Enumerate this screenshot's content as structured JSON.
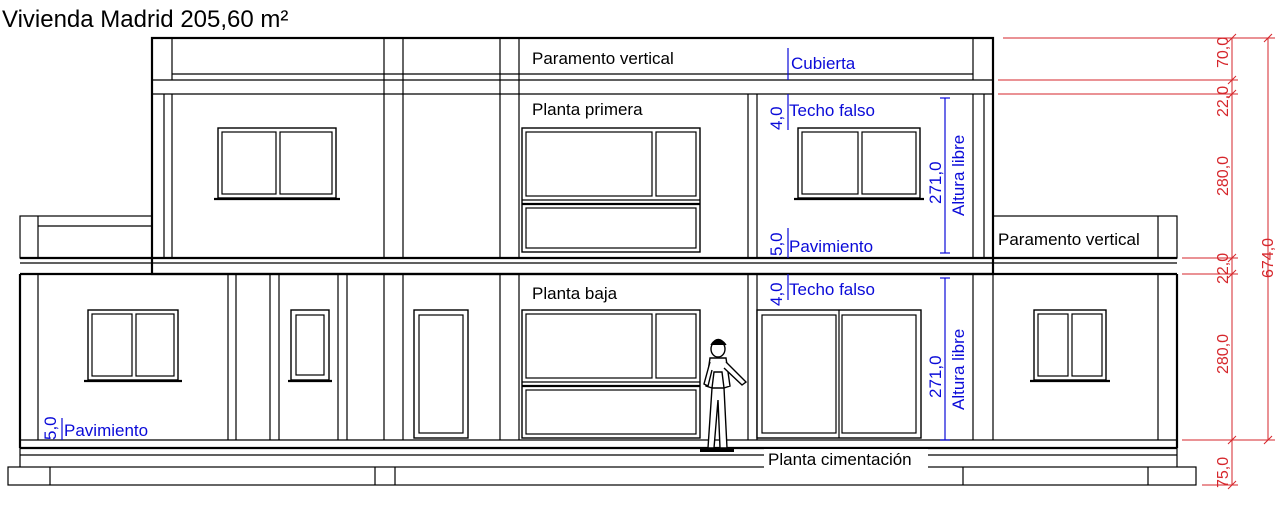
{
  "title": "Vivienda Madrid 205,60 m²",
  "labels": {
    "parapet_top": "Paramento vertical",
    "parapet_right": "Paramento vertical",
    "roof": "Cubierta",
    "first_floor": "Planta primera",
    "ground_floor": "Planta baja",
    "foundation": "Planta cimentación",
    "false_ceiling_upper": "Techo falso",
    "false_ceiling_lower": "Techo falso",
    "floor_upper": "Pavimiento",
    "floor_lower": "Pavimiento",
    "clear_height_upper": "Altura libre",
    "clear_height_lower": "Altura libre"
  },
  "inner_dims": {
    "ceiling_upper": "4,0",
    "ceiling_lower": "4,0",
    "floor_upper": "5,0",
    "floor_lower": "5,0",
    "clear_upper": "271,0",
    "clear_lower": "271,0"
  },
  "red_dims": {
    "parapet": "70,0",
    "slab_top": "22,0",
    "first_floor": "280,0",
    "slab_mid": "22,0",
    "ground_floor": "280,0",
    "foundation": "75,0",
    "total": "674,0"
  },
  "colors": {
    "annotation_blue": "#0a0ad8",
    "dimension_red": "#d6262b",
    "lines": "#000000"
  }
}
